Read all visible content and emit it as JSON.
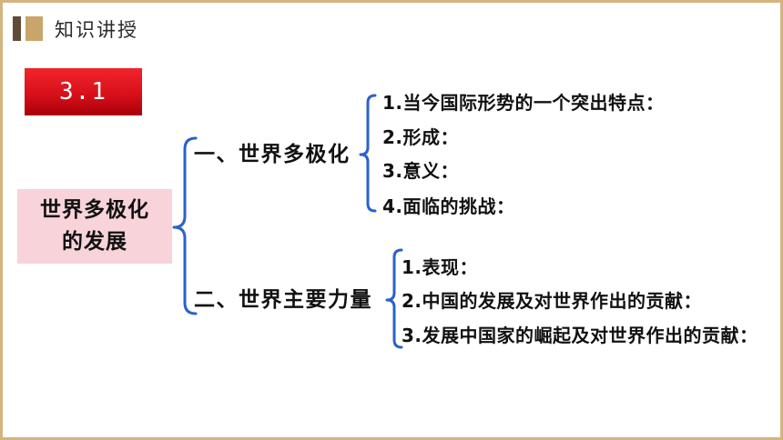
{
  "header": {
    "title": "知识讲授",
    "icon": "double-bar-icon"
  },
  "section": {
    "number": "3.1"
  },
  "topic": {
    "line1": "世界多极化",
    "line2": "的发展"
  },
  "branches": [
    {
      "heading": "一、世界多极化",
      "items": [
        "1.当今国际形势的一个突出特点：",
        "2.形成：",
        "3.意义：",
        "4.面临的挑战："
      ]
    },
    {
      "heading": "二、世界主要力量",
      "items": [
        "1.表现：",
        "2.中国的发展及对世界作出的贡献：",
        "3.发展中国家的崛起及对世界作出的贡献："
      ]
    }
  ],
  "colors": {
    "brace": "#2a62c9",
    "section_badge": "#d8101a",
    "topic_box": "#f8d3da",
    "frame": "#d3b47f"
  }
}
